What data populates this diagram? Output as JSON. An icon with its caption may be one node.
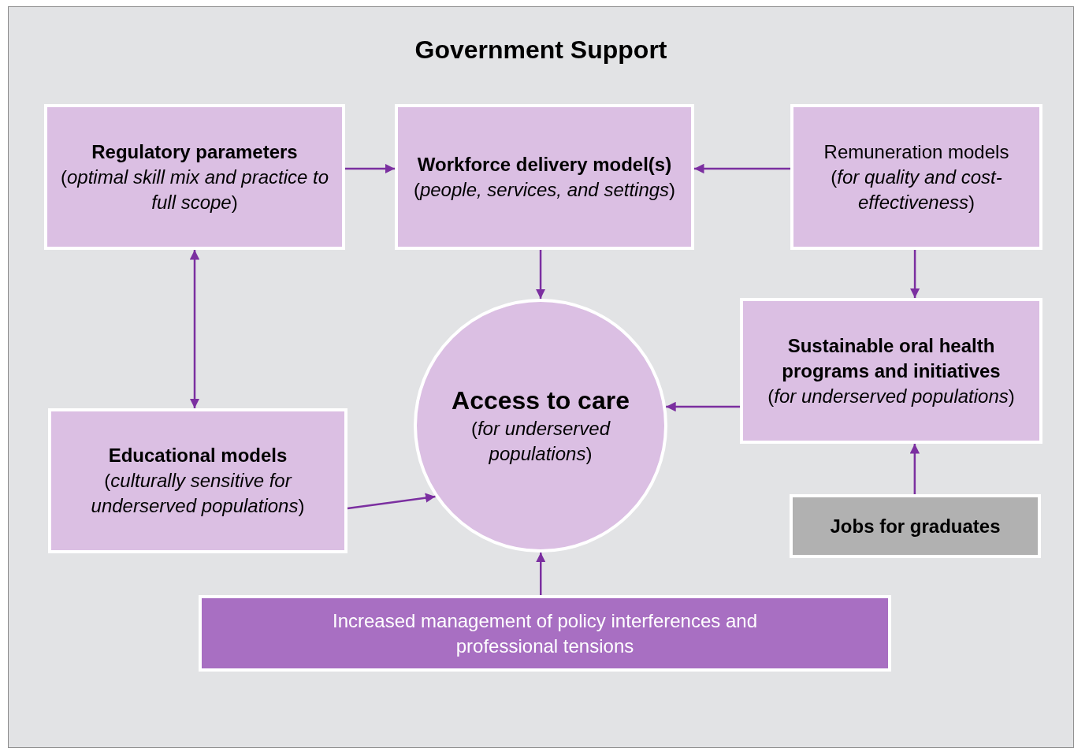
{
  "diagram": {
    "nodes": [
      {
        "text": [
          "Government Support"
        ]
      },
      {
        "text": [
          "Regulatory parameters",
          "(*optimal skill mix and practice to full scope*)"
        ],
        "in": 0
      },
      {
        "text": [
          "Workforce delivery model(s)",
          "(*people, services, and settings*)"
        ],
        "in": 0
      },
      {
        "text": [
          "Remuneration models",
          "(*for quality and cost-effectiveness*)"
        ],
        "in": 0
      },
      {
        "text": [
          "Educational models",
          "(*culturally sensitive for underserved populations*)"
        ],
        "in": 0
      },
      {
        "text": [
          "Access to care",
          "(*for underserved populations*)"
        ],
        "in": 0
      },
      {
        "text": [
          "Sustainable oral health programs and initiatives",
          "(*for underserved populations*)"
        ],
        "in": 0
      },
      {
        "text": [
          "Jobs for graduates"
        ],
        "in": 0
      },
      {
        "text": [
          "Increased management of policy interferences and professional tensions"
        ],
        "in": 0
      }
    ],
    "edges": [
      {
        "from": 1,
        "to": 2,
        "arrow": "to"
      },
      {
        "from": 3,
        "to": 2,
        "arrow": "to"
      },
      {
        "from": 1,
        "to": 4,
        "arrow": "both"
      },
      {
        "from": 2,
        "to": 5,
        "arrow": "to"
      },
      {
        "from": 3,
        "to": 6,
        "arrow": "to"
      },
      {
        "from": 6,
        "to": 5,
        "arrow": "to"
      },
      {
        "from": 4,
        "to": 5,
        "arrow": "to"
      },
      {
        "from": 7,
        "to": 6,
        "arrow": "to"
      },
      {
        "from": 8,
        "to": 5,
        "arrow": "to"
      }
    ]
  }
}
